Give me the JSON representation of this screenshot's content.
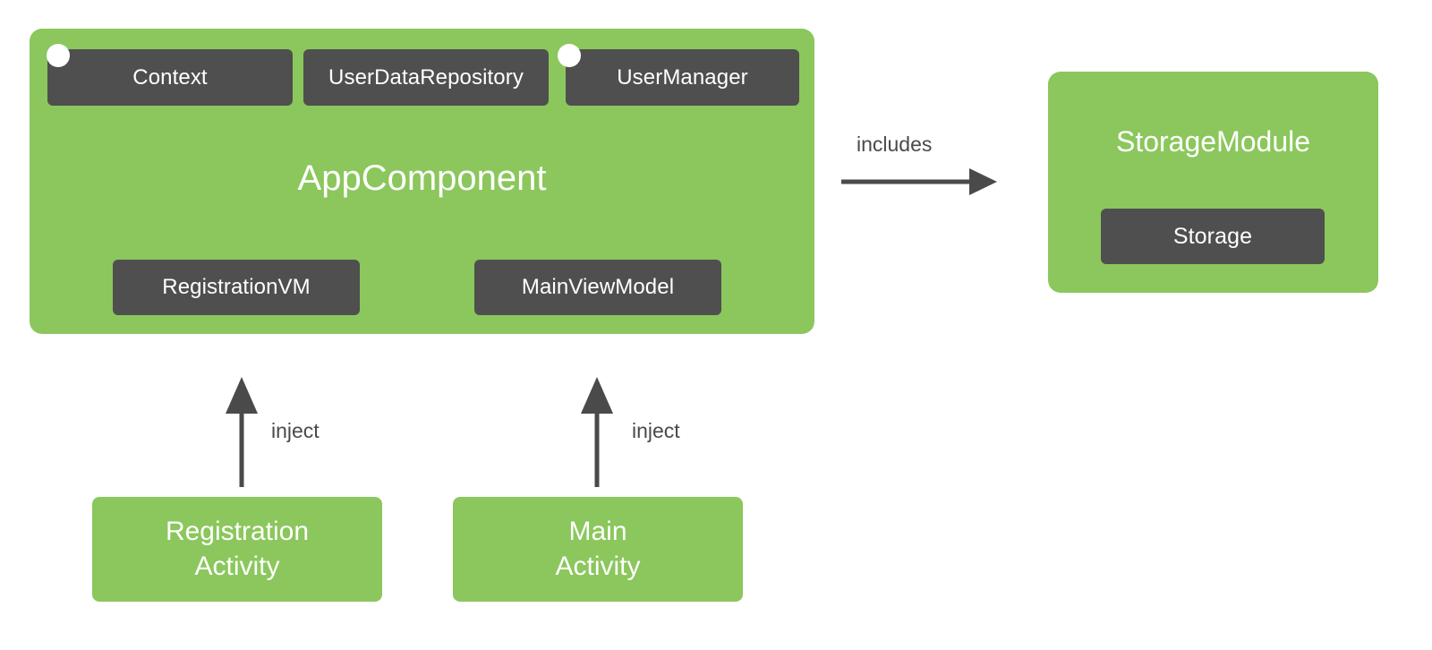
{
  "diagram": {
    "title": "Dagger AppComponent dependency graph",
    "colors": {
      "green": "#8BC75C",
      "chip_dark": "#4F4F4F",
      "arrow_gray": "#4A4A4A",
      "text_light": "#FFFFFF",
      "background": "#FFFFFF"
    }
  },
  "app_component": {
    "title": "AppComponent",
    "exposed_dependencies": [
      {
        "label": "Context",
        "has_dot": true
      },
      {
        "label": "UserDataRepository",
        "has_dot": false
      },
      {
        "label": "UserManager",
        "has_dot": true
      }
    ],
    "injected_members": [
      {
        "label": "RegistrationVM"
      },
      {
        "label": "MainViewModel"
      }
    ]
  },
  "storage_module": {
    "title": "StorageModule",
    "provides": [
      {
        "label": "Storage"
      }
    ]
  },
  "edges": {
    "includes": {
      "label": "includes",
      "direction": "right"
    },
    "inject_registration": {
      "label": "inject",
      "direction": "up"
    },
    "inject_main": {
      "label": "inject",
      "direction": "up"
    }
  },
  "activities": [
    {
      "line1": "Registration",
      "line2": "Activity"
    },
    {
      "line1": "Main",
      "line2": "Activity"
    }
  ]
}
